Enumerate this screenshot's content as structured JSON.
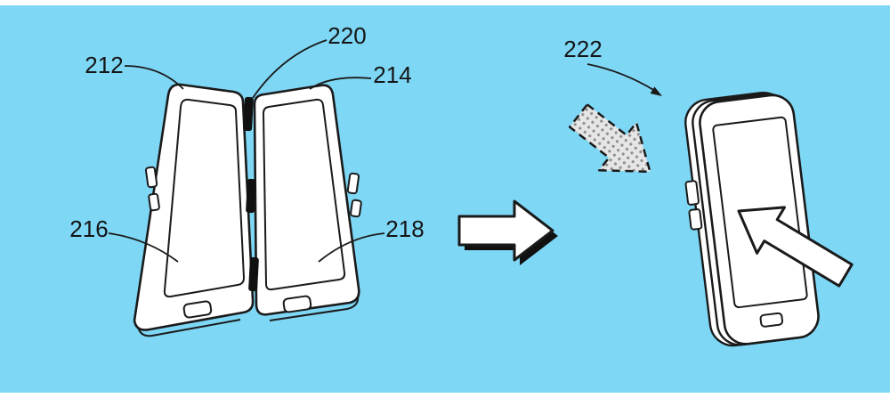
{
  "figure": {
    "type": "patent-drawing",
    "background_color": "#7ed7f5",
    "line_color": "#1a1a1a",
    "halftone_dot_color": "#8f8f8f",
    "halftone_fill_color": "#e6e6e6",
    "labels": {
      "left_panel": "212",
      "right_panel": "214",
      "left_screen": "216",
      "right_screen": "218",
      "hinge": "220",
      "folded_device": "222"
    },
    "icons": {
      "transition_arrow": "block-arrow-right-icon",
      "fold_gesture_arrow": "dashed-halftone-arrow-icon",
      "tap_pointer": "cursor-arrow-icon"
    }
  }
}
